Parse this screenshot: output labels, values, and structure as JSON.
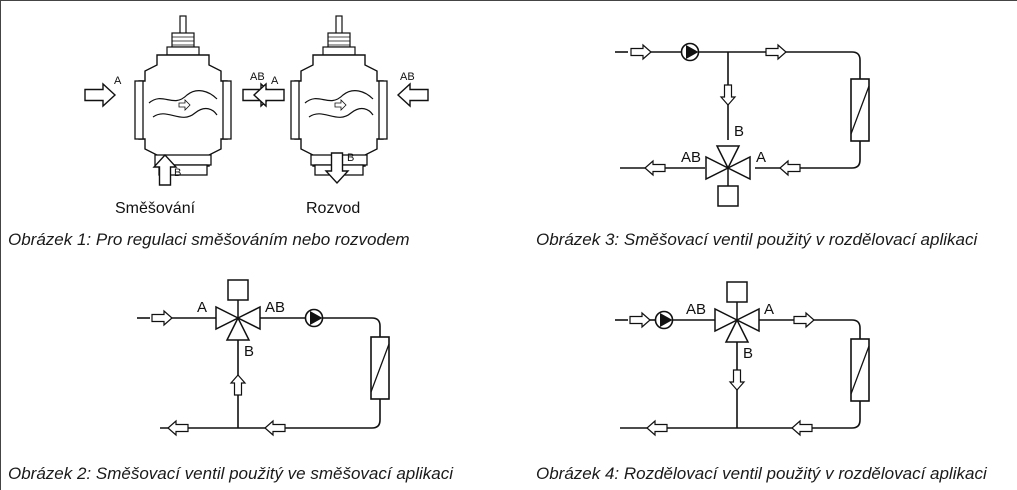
{
  "figure1": {
    "caption": "Obrázek 1: Pro regulaci směšováním nebo rozvodem",
    "valves": [
      {
        "title": "Směšování",
        "port_a": "A",
        "port_ab": "AB",
        "port_b": "B"
      },
      {
        "title": "Rozvod",
        "port_a": "A",
        "port_ab": "AB",
        "port_b": "B"
      }
    ]
  },
  "figure2": {
    "caption": "Obrázek 2: Směšovací ventil použitý ve směšovací aplikaci",
    "port_a": "A",
    "port_ab": "AB",
    "port_b": "B"
  },
  "figure3": {
    "caption": "Obrázek 3: Směšovací ventil použitý v rozdělovací aplikaci",
    "port_a": "A",
    "port_ab": "AB",
    "port_b": "B"
  },
  "figure4": {
    "caption": "Obrázek 4: Rozdělovací ventil použitý v rozdělovací aplikaci",
    "port_a": "A",
    "port_ab": "AB",
    "port_b": "B"
  }
}
